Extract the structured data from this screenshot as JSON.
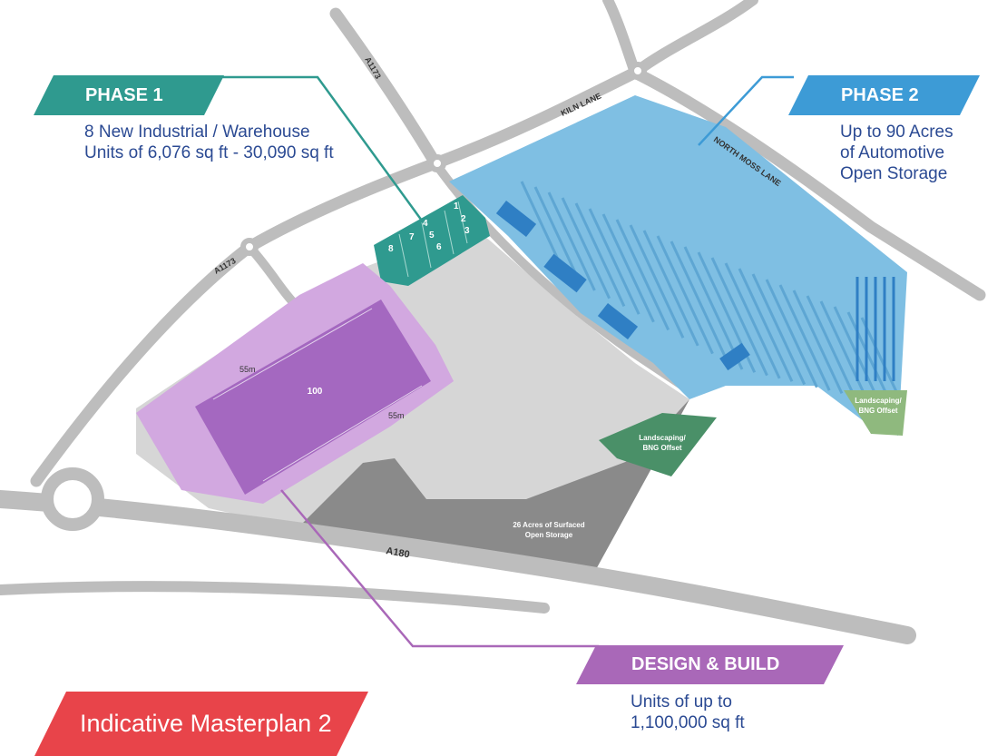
{
  "colors": {
    "phase1": "#2f9a8f",
    "phase2": "#3d9bd6",
    "design_build": "#a968b8",
    "title_red": "#e8444a",
    "text_blue": "#2b4a93"
  },
  "phase1": {
    "heading": "PHASE 1",
    "desc_line1": "8 New Industrial / Warehouse",
    "desc_line2": "Units of 6,076 sq ft - 30,090 sq ft",
    "units": [
      "1",
      "2",
      "3",
      "4",
      "5",
      "6",
      "7",
      "8"
    ]
  },
  "phase2": {
    "heading": "PHASE 2",
    "desc_line1": "Up to 90 Acres",
    "desc_line2": "of Automotive",
    "desc_line3": "Open Storage"
  },
  "design_build": {
    "heading": "DESIGN & BUILD",
    "desc_line1": "Units of up to",
    "desc_line2": "1,100,000 sq ft",
    "unit_label": "100",
    "dim_label_1": "55m",
    "dim_label_2": "55m"
  },
  "roads": {
    "a1173_top": "A1173",
    "a1173_left": "A1173",
    "kiln_lane": "KILN LANE",
    "north_moss_lane": "NORTH MOSS LANE",
    "a180": "A180"
  },
  "areas": {
    "landscaping_1_line1": "Landscaping/",
    "landscaping_1_line2": "BNG Offset",
    "landscaping_2_line1": "Landscaping/",
    "landscaping_2_line2": "BNG Offset",
    "open_storage_line1": "26 Acres of Surfaced",
    "open_storage_line2": "Open Storage"
  },
  "title": "Indicative Masterplan 2"
}
